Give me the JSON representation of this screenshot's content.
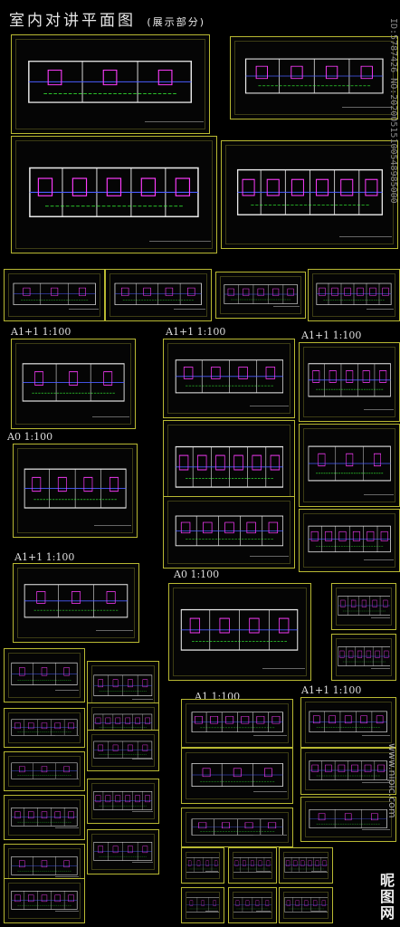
{
  "page": {
    "title": "室内对讲平面图",
    "subtitle": "(展示部分)"
  },
  "scales": {
    "a1_1": "A1+1 1:100",
    "a1_2": "A1+1 1:100",
    "a1_3": "A1+1 1:100",
    "a0_1": "A0 1:100",
    "a1_4": "A1+1 1:100",
    "a0_2": "A0 1:100",
    "a1_5": "A1 1:100",
    "a1_6": "A1+1 1:100"
  },
  "watermark": {
    "side_id": "ID:5787426 NO:20200515100548985000",
    "site": "www.nipic.com",
    "brand": "昵图网"
  },
  "colors": {
    "sheet_border": "#b8b832",
    "walls": "#e8e8e8",
    "accent_magenta": "#ff3cff",
    "accent_blue": "#4a5cff",
    "accent_green": "#38ff38"
  }
}
